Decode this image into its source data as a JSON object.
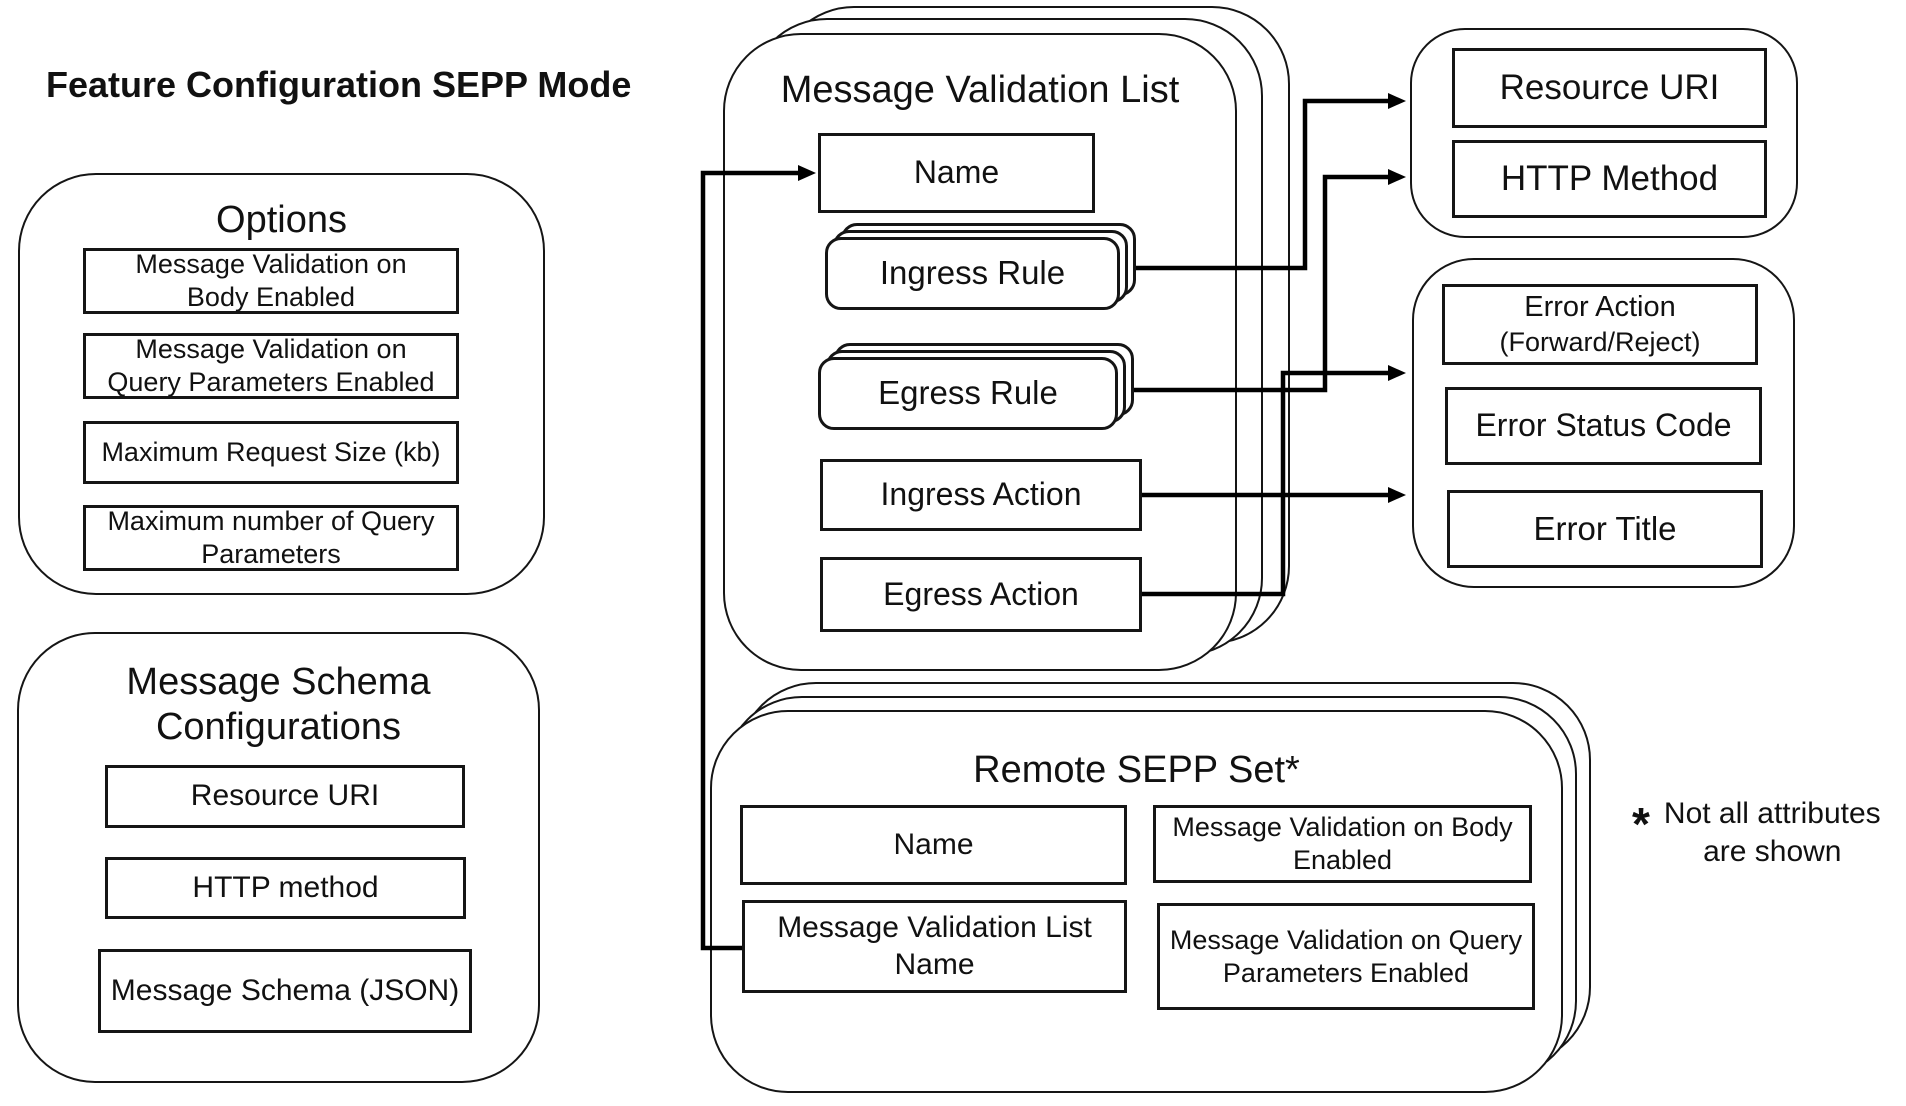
{
  "page": {
    "title": "Feature Configuration SEPP Mode"
  },
  "colors": {
    "stroke": "#151515",
    "background": "#ffffff"
  },
  "options": {
    "heading": "Options",
    "items": [
      {
        "lines": [
          "Message Validation on",
          "Body Enabled"
        ]
      },
      {
        "lines": [
          "Message Validation on",
          "Query Parameters Enabled"
        ]
      },
      {
        "lines": [
          "Maximum Request Size (kb)"
        ]
      },
      {
        "lines": [
          "Maximum number of Query",
          "Parameters"
        ]
      }
    ]
  },
  "message_schema": {
    "heading_lines": [
      "Message Schema",
      "Configurations"
    ],
    "items": [
      "Resource URI",
      "HTTP method",
      "Message Schema (JSON)"
    ]
  },
  "validation_list": {
    "heading": "Message Validation List",
    "name": "Name",
    "ingress_rule": "Ingress Rule",
    "egress_rule": "Egress Rule",
    "ingress_action": "Ingress Action",
    "egress_action": "Egress Action"
  },
  "request_target": {
    "resource_uri": "Resource URI",
    "http_method": "HTTP Method"
  },
  "error_group": {
    "action_lines": [
      "Error Action",
      "(Forward/Reject)"
    ],
    "status_code": "Error Status Code",
    "error_title": "Error Title"
  },
  "remote_sepp": {
    "heading": "Remote SEPP Set*",
    "name": "Name",
    "validation_list_name_lines": [
      "Message Validation List",
      "Name"
    ],
    "body_enabled_lines": [
      "Message Validation on Body",
      "Enabled"
    ],
    "query_enabled_lines": [
      "Message Validation on Query",
      "Parameters Enabled"
    ]
  },
  "footnote": {
    "asterisk": "*",
    "lines": [
      "Not all attributes",
      "are shown"
    ]
  }
}
